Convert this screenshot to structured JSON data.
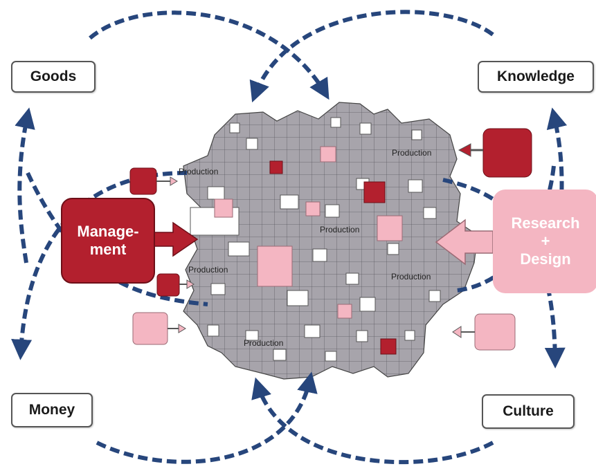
{
  "corners": {
    "goods": "Goods",
    "knowledge": "Knowledge",
    "money": "Money",
    "culture": "Culture"
  },
  "management": {
    "line1": "Manage-",
    "line2": "ment"
  },
  "research_design": {
    "line1": "Research",
    "line2": "+",
    "line3": "Design"
  },
  "production_labels": [
    "Production",
    "Production",
    "Production",
    "Production",
    "Production",
    "Production"
  ],
  "colors": {
    "arrow_blue": "#27467c",
    "management_red": "#b3202e",
    "research_pink": "#f4b6c2",
    "cluster_gray": "#a7a4ab"
  }
}
